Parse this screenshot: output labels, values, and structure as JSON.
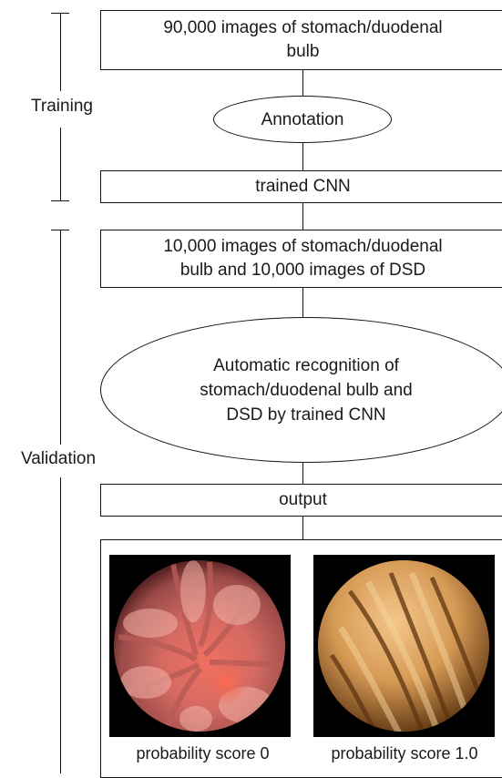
{
  "training": {
    "label": "Training",
    "step1": "90,000 images of stomach/duodenal\nbulb",
    "step2": "Annotation",
    "step3": "trained CNN"
  },
  "validation": {
    "label": "Validation",
    "step1": "10,000 images of stomach/duodenal\nbulb and 10,000 images of DSD",
    "step2": "Automatic recognition of\nstomach/duodenal bulb and\nDSD by trained CNN",
    "step3": "output"
  },
  "output_panel": {
    "left_caption": "probability score 0",
    "right_caption": "probability score 1.0"
  }
}
